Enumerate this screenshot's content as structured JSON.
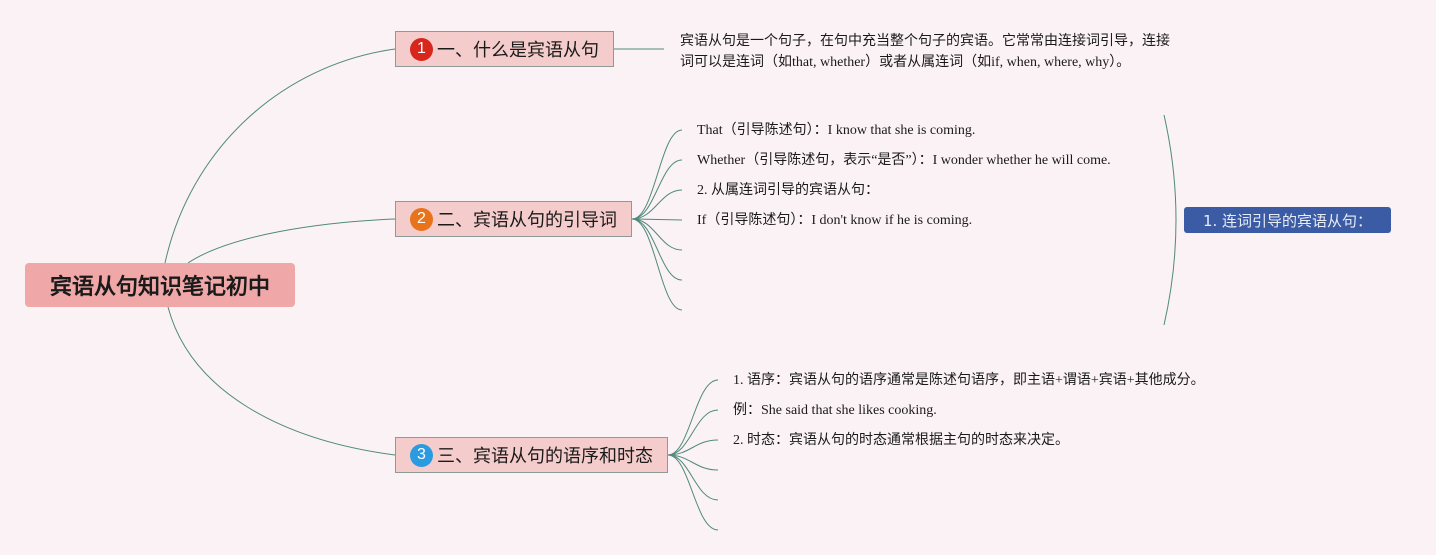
{
  "root": {
    "label": "宾语从句知识笔记初中"
  },
  "branches": [
    {
      "number": "1",
      "label": "一、什么是宾语从句",
      "badge_color": "#d9261c"
    },
    {
      "number": "2",
      "label": "二、宾语从句的引导词",
      "badge_color": "#e8731a"
    },
    {
      "number": "3",
      "label": "三、宾语从句的语序和时态",
      "badge_color": "#2a9be0"
    }
  ],
  "branch1_text": {
    "line1": "宾语从句是一个句子，在句中充当整个句子的宾语。它常常由连接词引导，连接",
    "line2": "词可以是连词（如that, whether）或者从属连词（如if, when, where, why）。"
  },
  "branch2_leaves": [
    "That（引导陈述句）：I know that she is coming.",
    "Whether（引导陈述句，表示“是否”）：I wonder whether he will come.",
    "2. 从属连词引导的宾语从句：",
    "If（引导陈述句）：I don't know if he is coming."
  ],
  "branch2_side": {
    "label": "1. 连词引导的宾语从句："
  },
  "branch3_leaves": [
    "1. 语序：宾语从句的语序通常是陈述句语序，即主语+谓语+宾语+其他成分。",
    "例：She said that she likes cooking.",
    "2. 时态：宾语从句的时态通常根据主句的时态来决定。"
  ],
  "colors": {
    "background": "#fbf2f5",
    "line": "#4f8a7a",
    "root_fill": "#f0a7a7",
    "branch_fill": "#f5cccc",
    "side_box_fill": "#3b5ba5"
  }
}
